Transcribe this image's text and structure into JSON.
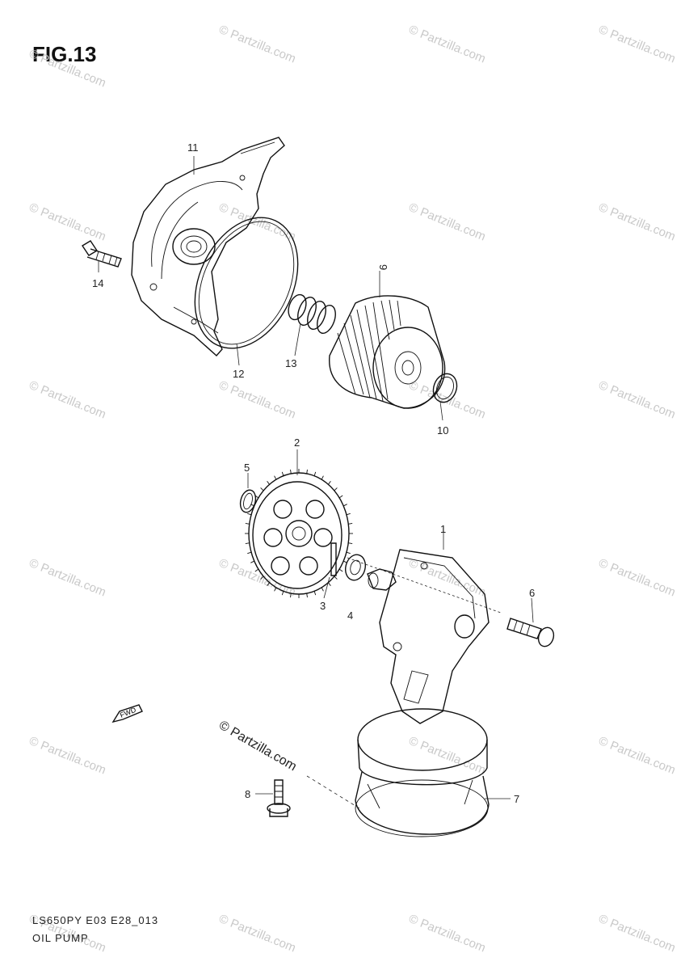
{
  "figure": {
    "title": "FIG.13",
    "code": "LS650PY E03 E28_013",
    "name": "OIL PUMP"
  },
  "watermark": {
    "text": "© Partzilla.com",
    "main_text": "© Partzilla.com"
  },
  "callouts": [
    "1",
    "2",
    "3",
    "4",
    "5",
    "6",
    "7",
    "8",
    "9",
    "10",
    "11",
    "12",
    "13",
    "14"
  ],
  "fwd_label": "FWD"
}
